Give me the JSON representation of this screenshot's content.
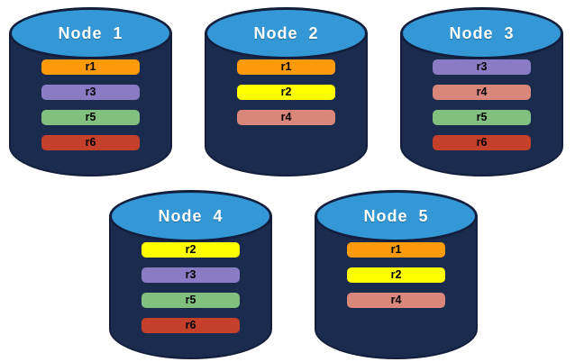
{
  "palette": {
    "background": "#ffffff",
    "cylinder_body": "#1b2b4e",
    "cylinder_outline": "#131e3c",
    "cylinder_top_blue": "#3398d5",
    "node_label_text": "#ffffff",
    "replica_label_text": "#000000"
  },
  "replica_colors": {
    "r1": "#fb9b0c",
    "r2": "#ffff00",
    "r3": "#8a7cc4",
    "r4": "#d9867b",
    "r5": "#81c07f",
    "r6": "#c4402a"
  },
  "nodes": [
    {
      "label": "Node  1",
      "replicas": [
        "r1",
        "r3",
        "r5",
        "r6"
      ]
    },
    {
      "label": "Node  2",
      "replicas": [
        "r1",
        "r2",
        "r4"
      ]
    },
    {
      "label": "Node  3",
      "replicas": [
        "r3",
        "r4",
        "r5",
        "r6"
      ]
    },
    {
      "label": "Node  4",
      "replicas": [
        "r2",
        "r3",
        "r5",
        "r6"
      ]
    },
    {
      "label": "Node  5",
      "replicas": [
        "r1",
        "r2",
        "r4"
      ]
    }
  ]
}
